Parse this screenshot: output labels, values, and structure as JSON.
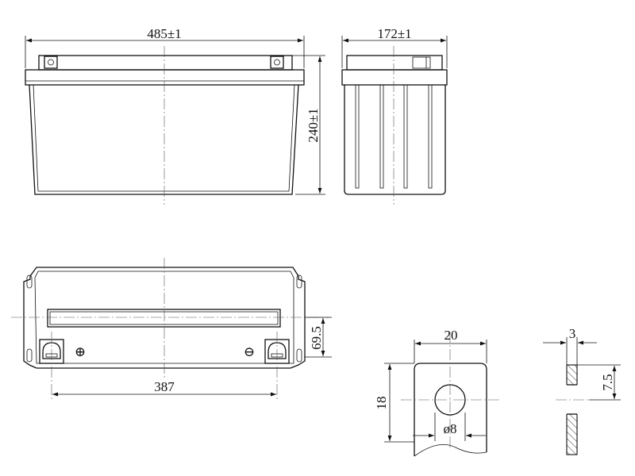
{
  "dimensions": {
    "front_width": "485±1",
    "side_width": "172±1",
    "height": "240±1",
    "top_offset": "69.5",
    "terminal_spacing": "387",
    "terminal_width": "20",
    "terminal_height": "18",
    "terminal_hole": "ø8",
    "terminal_thickness": "3",
    "terminal_hole_offset": "7.5"
  },
  "symbols": {
    "positive": "⊕",
    "negative": "⊖"
  }
}
